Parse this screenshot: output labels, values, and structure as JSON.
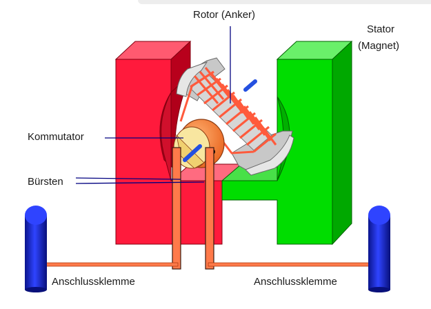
{
  "labels": {
    "rotor": "Rotor (Anker)",
    "stator_line1": "Stator",
    "stator_line2": "(Magnet)",
    "kommutator": "Kommutator",
    "buersten": "Bürsten",
    "terminal_left": "Anschlussklemme",
    "terminal_right": "Anschlussklemme"
  },
  "icons": {
    "stator_left": "red-magnet-pole",
    "stator_right": "green-magnet-pole",
    "rotor": "armature-coil",
    "commutator": "commutator-disc",
    "brushes": "carbon-brushes",
    "terminals": "blue-terminal-post"
  },
  "colors": {
    "red_pole": "#ff1a3c",
    "green_pole": "#00dd00",
    "coil": "#ff5a3c",
    "terminal": "#1020c8",
    "wire": "#ff6a3c",
    "leader": "#000080"
  }
}
